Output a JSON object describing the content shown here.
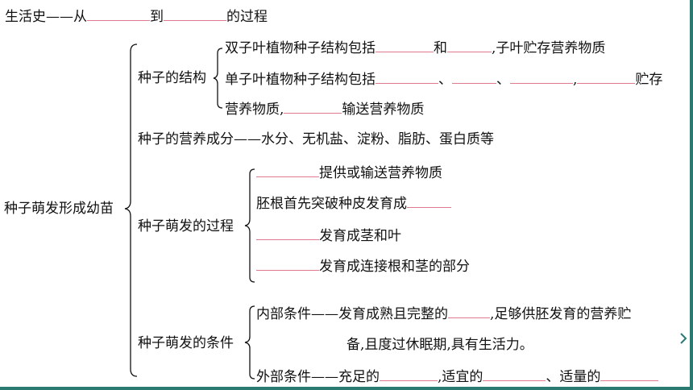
{
  "history": {
    "label": "生活史——从",
    "mid": "到",
    "end": "的过程"
  },
  "root": "种子萌发形成幼苗",
  "structure": {
    "label": "种子的结构",
    "line1": {
      "a": "双子叶植物种子结构包括",
      "b": "和",
      "c": ",子叶贮存营养物质"
    },
    "line2": {
      "a": "单子叶植物种子结构包括",
      "sep1": "、",
      "sep2": "、",
      "sep3": ",",
      "end": "贮存"
    },
    "line3": {
      "a": "营养物质,",
      "b": "输送营养物质"
    }
  },
  "nutrition": "种子的营养成分——水分、无机盐、淀粉、脂肪、蛋白质等",
  "process": {
    "label": "种子萌发的过程",
    "l1": "提供或输送营养物质",
    "l2": "胚根首先突破种皮发育成",
    "l3": "发育成茎和叶",
    "l4": "发育成连接根和茎的部分"
  },
  "condition": {
    "label": "种子萌发的条件",
    "inner": {
      "a": "内部条件——发育成熟且完整的",
      "b": ",足够供胚发育的营养贮"
    },
    "inner2": "备,且度过休眠期,具有生活力。",
    "outer": {
      "a": "外部条件——充足的",
      "b": ",适宜的",
      "c": "、适量的"
    }
  }
}
